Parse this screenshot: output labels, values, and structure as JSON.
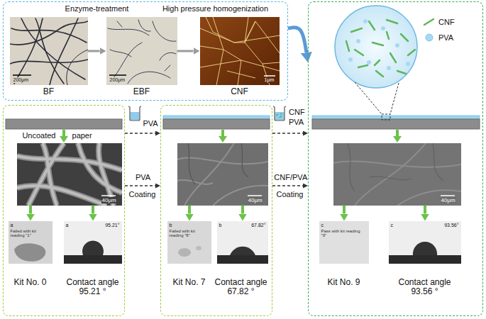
{
  "diagram": {
    "nodes": [
      {
        "text": [
          "Enzyme-treatment",
          "High pressure homogenization"
        ]
      },
      {
        "text": [
          "200μm",
          "BF"
        ],
        "in": 0
      },
      {
        "text": [
          "200μm",
          "EBF"
        ],
        "in": 0
      },
      {
        "text": [
          "1μm",
          "CNF"
        ],
        "in": 0
      },
      {
        "text": [
          "Kit No. 0",
          "Contact angle 95.21 °"
        ]
      },
      {
        "text": [
          "40μm"
        ],
        "in": 4
      },
      {
        "text": [
          "a",
          "Failed with kit reading \"1\""
        ],
        "in": 4
      },
      {
        "text": [
          "a",
          "95.21°"
        ],
        "in": 4
      },
      {
        "text": [
          "Kit No. 7",
          "Contact angle 67.82 °"
        ]
      },
      {
        "text": [
          "40μm"
        ],
        "in": 8
      },
      {
        "text": [
          "b",
          "Failed with kit reading \"8\""
        ],
        "in": 8
      },
      {
        "text": [
          "b",
          "67.82°"
        ],
        "in": 8
      },
      {
        "text": [
          "Kit No. 9",
          "Contact angle 93.56 °"
        ]
      },
      {
        "text": [
          "40μm"
        ],
        "in": 12
      },
      {
        "text": [
          "c",
          "Pass with kit reading \"9\""
        ],
        "in": 12
      },
      {
        "text": [
          "c",
          "93.56°"
        ],
        "in": 12
      }
    ],
    "edges": [
      {
        "from": 1,
        "to": 2,
        "arrow": "to"
      },
      {
        "from": 2,
        "to": 3,
        "arrow": "to"
      },
      {
        "from": 0,
        "to": 12,
        "arrow": "to"
      },
      {
        "from": 4,
        "to": 8,
        "arrow": "to"
      },
      {
        "from": 4,
        "to": 8,
        "label": "PVA Coating",
        "arrow": "to"
      },
      {
        "from": 8,
        "to": 12,
        "arrow": "to"
      },
      {
        "from": 8,
        "to": 12,
        "label": "CNF/PVA Coating",
        "arrow": "to"
      },
      {
        "from": 5,
        "to": 6,
        "arrow": "to"
      },
      {
        "from": 5,
        "to": 7,
        "arrow": "to"
      },
      {
        "from": 9,
        "to": 10,
        "arrow": "to"
      },
      {
        "from": 9,
        "to": 11,
        "arrow": "to"
      },
      {
        "from": 13,
        "to": 14,
        "arrow": "to"
      },
      {
        "from": 13,
        "to": 15,
        "arrow": "to"
      }
    ],
    "labels": [
      "Uncoated paper",
      "PVA",
      "CNF",
      "PVA"
    ],
    "legend": [
      {
        "text": "CNF"
      },
      {
        "text": "PVA",
        "color": "#a9d8f2"
      }
    ]
  }
}
